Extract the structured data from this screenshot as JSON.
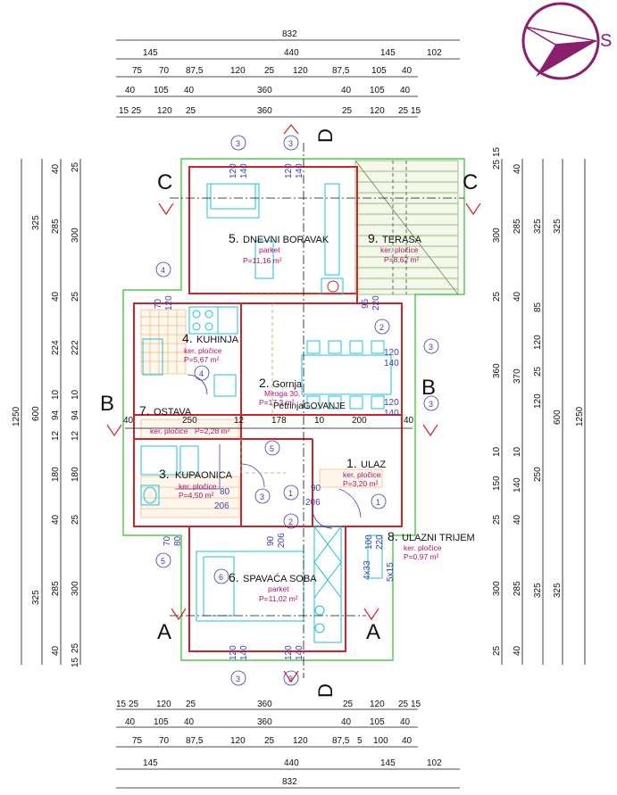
{
  "logo": {
    "letter": "S",
    "color": "#8a1f6e"
  },
  "dims_top": [
    {
      "labels": [
        "832"
      ]
    },
    {
      "labels": [
        "145",
        "440",
        "145",
        "102"
      ]
    },
    {
      "labels": [
        "75",
        "70",
        "87,5",
        "120",
        "25",
        "120",
        "87,5",
        "105",
        "40"
      ]
    },
    {
      "labels": [
        "40",
        "105",
        "40",
        "360",
        "40",
        "105",
        "40"
      ]
    },
    {
      "labels": [
        "15",
        "25",
        "120",
        "25",
        "360",
        "25",
        "120",
        "25",
        "15"
      ]
    }
  ],
  "dims_bottom": [
    {
      "labels": [
        "15",
        "25",
        "120",
        "25",
        "360",
        "25",
        "120",
        "25",
        "15"
      ]
    },
    {
      "labels": [
        "40",
        "105",
        "40",
        "360",
        "40",
        "105",
        "40"
      ]
    },
    {
      "labels": [
        "75",
        "70",
        "87,5",
        "120",
        "25",
        "120",
        "87,5",
        "5",
        "100",
        "40"
      ]
    },
    {
      "labels": [
        "145",
        "440",
        "145",
        "102"
      ]
    },
    {
      "labels": [
        "832"
      ]
    }
  ],
  "dims_left": [
    {
      "labels": [
        "1250"
      ]
    },
    {
      "labels": [
        "325",
        "600",
        "325"
      ]
    },
    {
      "labels": [
        "40",
        "285",
        "40",
        "224",
        "10",
        "94",
        "12",
        "180",
        "40",
        "285",
        "40"
      ]
    },
    {
      "labels": [
        "25",
        "300",
        "25",
        "222",
        "10",
        "94",
        "12",
        "180",
        "25",
        "300",
        "25",
        "15"
      ]
    }
  ],
  "dims_right": [
    {
      "labels": [
        "25",
        "15",
        "300",
        "25",
        "360",
        "10",
        "150",
        "25",
        "300",
        "25"
      ]
    },
    {
      "labels": [
        "40",
        "285",
        "40",
        "370",
        "10",
        "140",
        "40",
        "285",
        "40"
      ]
    },
    {
      "labels": [
        "325",
        "85",
        "120",
        "25",
        "120",
        "250",
        "325"
      ]
    },
    {
      "labels": [
        "325",
        "600",
        "325"
      ]
    },
    {
      "labels": [
        "1250"
      ]
    }
  ],
  "sections": {
    "A": "A",
    "B": "B",
    "C": "C",
    "D": "D"
  },
  "rooms": [
    {
      "num": "5.",
      "name": "DNEVNI BORAVAK",
      "floor": "parket",
      "area": "P=11,16 m²"
    },
    {
      "num": "9.",
      "name": "TERASA",
      "floor": "ker. pločice",
      "area": "P=8,62 m²"
    },
    {
      "num": "4.",
      "name": "KUHINJA",
      "floor": "ker. pločice",
      "area": "P=5,67 m²"
    },
    {
      "num": "2.",
      "name": "Gornja",
      "floor": "Miroga 30,",
      "area": "P=17,3 m²"
    },
    {
      "num": "7.",
      "name": "OSTAVA",
      "floor": "ker. pločice",
      "area": "P=2,28 m²"
    },
    {
      "num": "3.",
      "name": "KUPAONICA",
      "floor": "ker. pločice",
      "area": "P=4,50 m²"
    },
    {
      "num": "1.",
      "name": "ULAZ",
      "floor": "ker. pločice",
      "area": "P=3,20 m²"
    },
    {
      "num": "8.",
      "name": "ULAZNI TRIJEM",
      "floor": "ker. pločice",
      "area": "P=0,97 m²"
    },
    {
      "num": "6.",
      "name": "SPAVAĆA SOBA",
      "floor": "parket",
      "area": "P=11,02 m²"
    }
  ],
  "overlay_text": "PetrinjaGOVANJE",
  "row_dims": [
    "40",
    "250",
    "12",
    "178",
    "10",
    "200",
    "40"
  ],
  "window_marks": [
    "120",
    "140",
    "120",
    "140",
    "120",
    "140",
    "120",
    "140",
    "70",
    "120",
    "95",
    "220",
    "120",
    "140",
    "120",
    "140",
    "80",
    "206",
    "90",
    "206",
    "90",
    "206",
    "70",
    "80",
    "100",
    "220",
    "4x33",
    "5x15"
  ],
  "circle_marks": [
    "3",
    "3",
    "4",
    "4",
    "2",
    "3",
    "3",
    "5",
    "3",
    "1",
    "2",
    "1",
    "5",
    "3",
    "3",
    "6"
  ],
  "colors": {
    "wall": "#d0242a",
    "green": "#2ebd2e",
    "cyan": "#1bc3d9",
    "hatch": "#7aa84a",
    "blue": "#3a3fb0",
    "magenta": "#b0126e",
    "orange": "#e0a050"
  }
}
